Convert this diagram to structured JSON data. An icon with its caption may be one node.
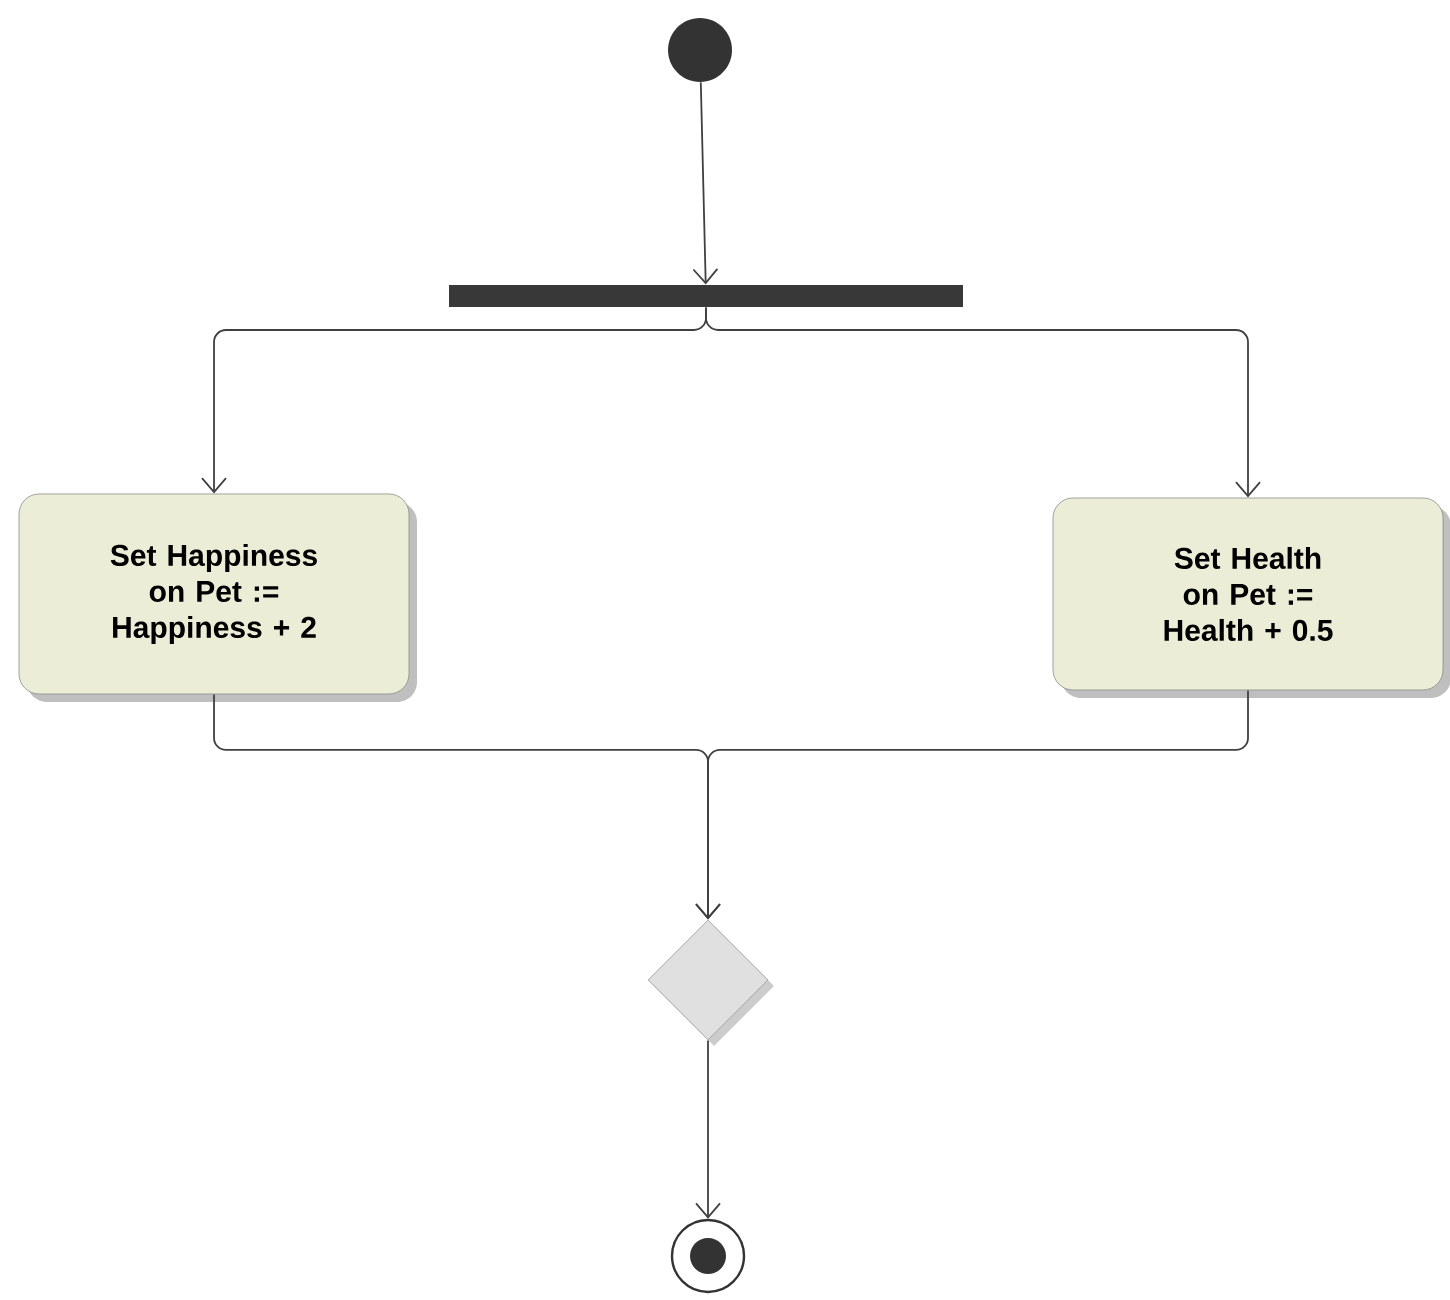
{
  "diagram": {
    "nodes": [
      {
        "text": [],
        "shape": "circle"
      },
      {
        "text": [],
        "shape": "bar"
      },
      {
        "text": [
          "Set Happiness on Pet := Happiness + 2"
        ]
      },
      {
        "text": [
          "Set Health on Pet := Health + 0.5"
        ]
      },
      {
        "text": [],
        "shape": "diamond"
      },
      {
        "text": [],
        "shape": "circle"
      }
    ],
    "edges": [
      {
        "from": 0,
        "to": 1,
        "arrow": "to"
      },
      {
        "from": 1,
        "to": 2,
        "arrow": "to"
      },
      {
        "from": 1,
        "to": 3,
        "arrow": "to"
      },
      {
        "from": 2,
        "to": 4,
        "arrow": "to"
      },
      {
        "from": 3,
        "to": 4,
        "arrow": "to"
      },
      {
        "from": 4,
        "to": 5,
        "arrow": "to"
      }
    ]
  }
}
